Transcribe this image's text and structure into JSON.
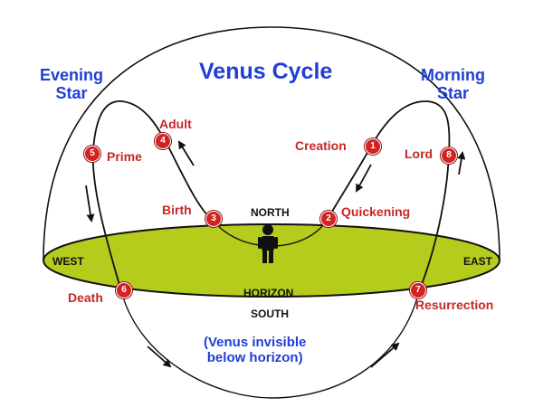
{
  "title": "Venus Cycle",
  "evening_star": [
    "Evening",
    "Star"
  ],
  "morning_star": [
    "Morning",
    "Star"
  ],
  "directions": {
    "north": "NORTH",
    "south": "SOUTH",
    "west": "WEST",
    "east": "EAST",
    "horizon": "HORIZON"
  },
  "stages": [
    {
      "number": "1",
      "label": "Creation"
    },
    {
      "number": "2",
      "label": "Quickening"
    },
    {
      "number": "3",
      "label": "Birth"
    },
    {
      "number": "4",
      "label": "Adult"
    },
    {
      "number": "5",
      "label": "Prime"
    },
    {
      "number": "6",
      "label": "Death"
    },
    {
      "number": "7",
      "label": "Resurrection"
    },
    {
      "number": "8",
      "label": "Lord"
    }
  ],
  "note": [
    "(Venus invisible",
    "below horizon)"
  ],
  "colors": {
    "title": "#1f3fd6",
    "stage_label": "#c62828",
    "badge": "#d32222",
    "horizon_fill": "#b5cc1c",
    "outline": "#111111"
  }
}
